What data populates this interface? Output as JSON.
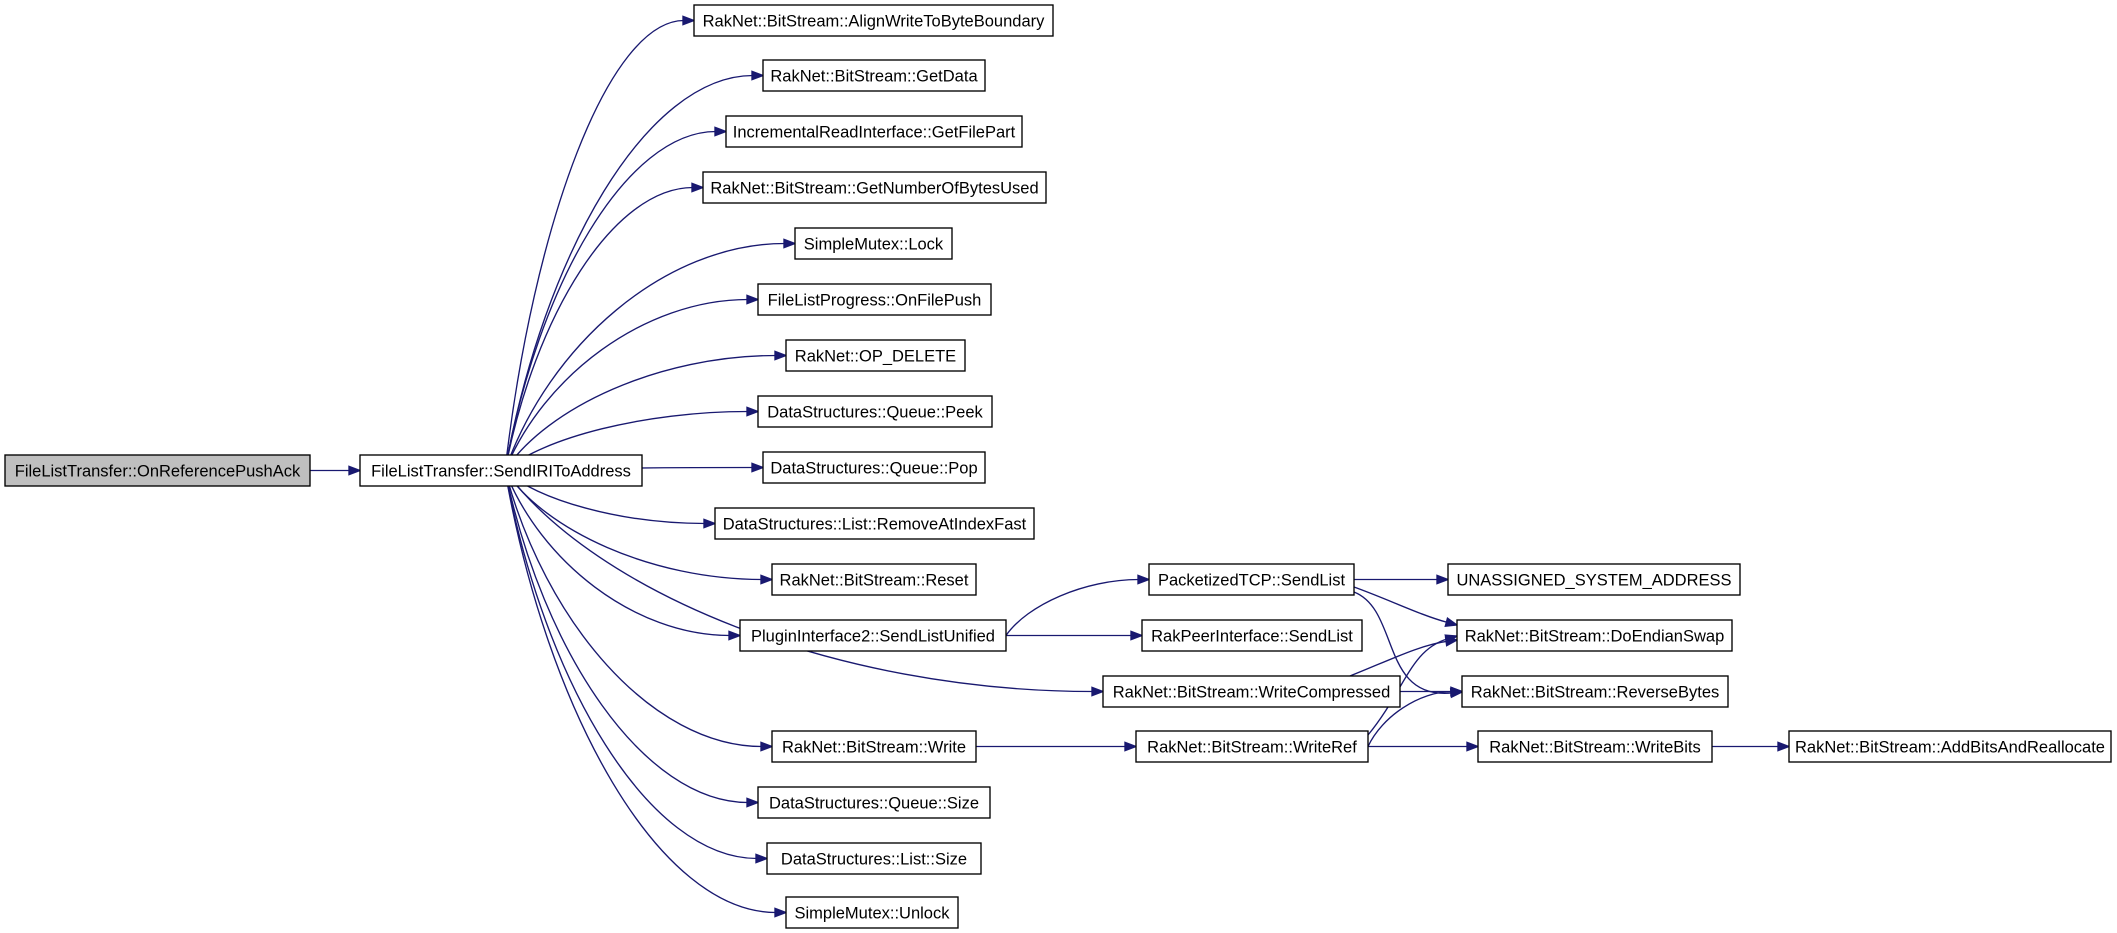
{
  "diagram": {
    "type": "call-graph",
    "colors": {
      "edge": "#191970",
      "node_border": "#000000",
      "node_fill": "#ffffff",
      "root_fill": "#bfbfbf"
    },
    "nodes": [
      {
        "id": "root",
        "label": "FileListTransfer::OnReferencePushAck",
        "root": true
      },
      {
        "id": "sendIRI",
        "label": "FileListTransfer::SendIRIToAddress"
      },
      {
        "id": "alignWrite",
        "label": "RakNet::BitStream::AlignWriteToByteBoundary"
      },
      {
        "id": "getData",
        "label": "RakNet::BitStream::GetData"
      },
      {
        "id": "getFilePart",
        "label": "IncrementalReadInterface::GetFilePart"
      },
      {
        "id": "getNumBytes",
        "label": "RakNet::BitStream::GetNumberOfBytesUsed"
      },
      {
        "id": "lock",
        "label": "SimpleMutex::Lock"
      },
      {
        "id": "onFilePush",
        "label": "FileListProgress::OnFilePush"
      },
      {
        "id": "opDelete",
        "label": "RakNet::OP_DELETE"
      },
      {
        "id": "peek",
        "label": "DataStructures::Queue::Peek"
      },
      {
        "id": "pop",
        "label": "DataStructures::Queue::Pop"
      },
      {
        "id": "removeAt",
        "label": "DataStructures::List::RemoveAtIndexFast"
      },
      {
        "id": "reset",
        "label": "RakNet::BitStream::Reset"
      },
      {
        "id": "sendListUnified",
        "label": "PluginInterface2::SendListUnified"
      },
      {
        "id": "writeCompressed",
        "label": "RakNet::BitStream::WriteCompressed"
      },
      {
        "id": "write",
        "label": "RakNet::BitStream::Write"
      },
      {
        "id": "queueSize",
        "label": "DataStructures::Queue::Size"
      },
      {
        "id": "listSize",
        "label": "DataStructures::List::Size"
      },
      {
        "id": "unlock",
        "label": "SimpleMutex::Unlock"
      },
      {
        "id": "ptcpSendList",
        "label": "PacketizedTCP::SendList"
      },
      {
        "id": "rakPeerSendList",
        "label": "RakPeerInterface::SendList"
      },
      {
        "id": "writeRef",
        "label": "RakNet::BitStream::WriteRef"
      },
      {
        "id": "unassigned",
        "label": "UNASSIGNED_SYSTEM_ADDRESS"
      },
      {
        "id": "doEndianSwap",
        "label": "RakNet::BitStream::DoEndianSwap"
      },
      {
        "id": "reverseBytes",
        "label": "RakNet::BitStream::ReverseBytes"
      },
      {
        "id": "writeBits",
        "label": "RakNet::BitStream::WriteBits"
      },
      {
        "id": "addBits",
        "label": "RakNet::BitStream::AddBitsAndReallocate"
      }
    ],
    "edges": [
      {
        "from": "root",
        "to": "sendIRI"
      },
      {
        "from": "sendIRI",
        "to": "alignWrite"
      },
      {
        "from": "sendIRI",
        "to": "getData"
      },
      {
        "from": "sendIRI",
        "to": "getFilePart"
      },
      {
        "from": "sendIRI",
        "to": "getNumBytes"
      },
      {
        "from": "sendIRI",
        "to": "lock"
      },
      {
        "from": "sendIRI",
        "to": "onFilePush"
      },
      {
        "from": "sendIRI",
        "to": "opDelete"
      },
      {
        "from": "sendIRI",
        "to": "peek"
      },
      {
        "from": "sendIRI",
        "to": "pop"
      },
      {
        "from": "sendIRI",
        "to": "removeAt"
      },
      {
        "from": "sendIRI",
        "to": "reset"
      },
      {
        "from": "sendIRI",
        "to": "sendListUnified"
      },
      {
        "from": "sendIRI",
        "to": "writeCompressed"
      },
      {
        "from": "sendIRI",
        "to": "write"
      },
      {
        "from": "sendIRI",
        "to": "queueSize"
      },
      {
        "from": "sendIRI",
        "to": "listSize"
      },
      {
        "from": "sendIRI",
        "to": "unlock"
      },
      {
        "from": "sendListUnified",
        "to": "ptcpSendList"
      },
      {
        "from": "sendListUnified",
        "to": "rakPeerSendList"
      },
      {
        "from": "ptcpSendList",
        "to": "unassigned"
      },
      {
        "from": "ptcpSendList",
        "to": "doEndianSwap"
      },
      {
        "from": "ptcpSendList",
        "to": "reverseBytes"
      },
      {
        "from": "writeCompressed",
        "to": "doEndianSwap"
      },
      {
        "from": "writeCompressed",
        "to": "reverseBytes"
      },
      {
        "from": "write",
        "to": "writeRef"
      },
      {
        "from": "writeRef",
        "to": "doEndianSwap"
      },
      {
        "from": "writeRef",
        "to": "reverseBytes"
      },
      {
        "from": "writeRef",
        "to": "writeBits"
      },
      {
        "from": "writeBits",
        "to": "addBits"
      }
    ]
  }
}
